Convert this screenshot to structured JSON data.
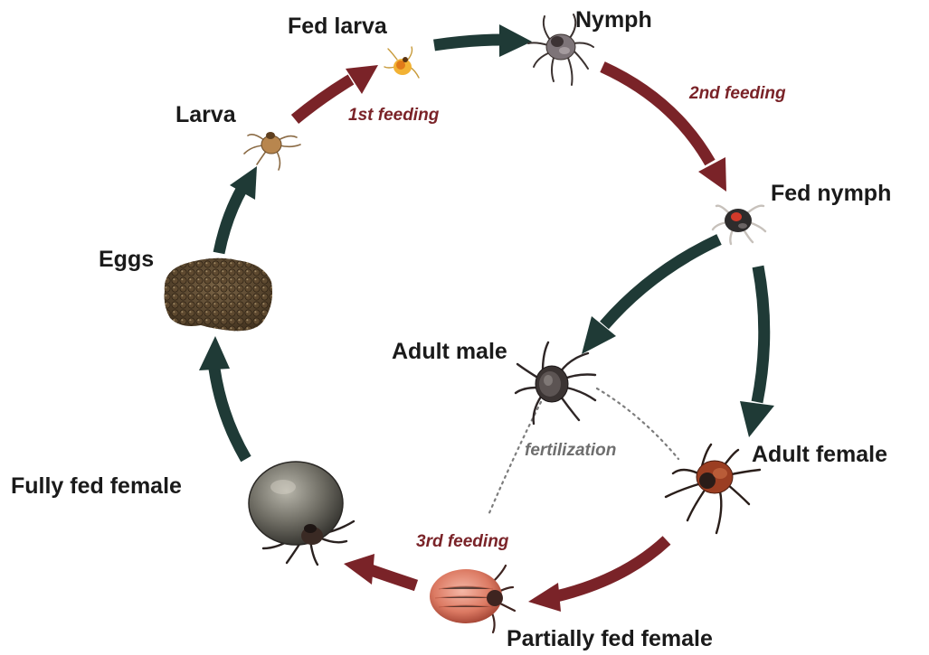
{
  "stages": {
    "fed_larva": "Fed larva",
    "nymph": "Nymph",
    "larva": "Larva",
    "fed_nymph": "Fed nymph",
    "eggs": "Eggs",
    "adult_male": "Adult male",
    "adult_female": "Adult female",
    "fully_fed_female": "Fully fed female",
    "partially_fed_female": "Partially fed female"
  },
  "feedings": {
    "first": "1st feeding",
    "second": "2nd feeding",
    "third": "3rd feeding"
  },
  "fertilization": "fertilization",
  "colors": {
    "dark_arrow": "#1f3a36",
    "feeding_arrow": "#7a2328",
    "feeding_text": "#7a2328",
    "fertilization_text": "#6e6e6e",
    "label_text": "#1a1a1a"
  },
  "icons": {
    "larva": "larva-tick-icon",
    "fed_larva": "fed-larva-tick-icon",
    "nymph": "nymph-tick-icon",
    "fed_nymph": "fed-nymph-tick-icon",
    "eggs": "egg-mass-icon",
    "adult_male": "adult-male-tick-icon",
    "adult_female": "adult-female-tick-icon",
    "partially_fed_female": "partially-fed-female-tick-icon",
    "fully_fed_female": "fully-fed-female-tick-icon"
  }
}
